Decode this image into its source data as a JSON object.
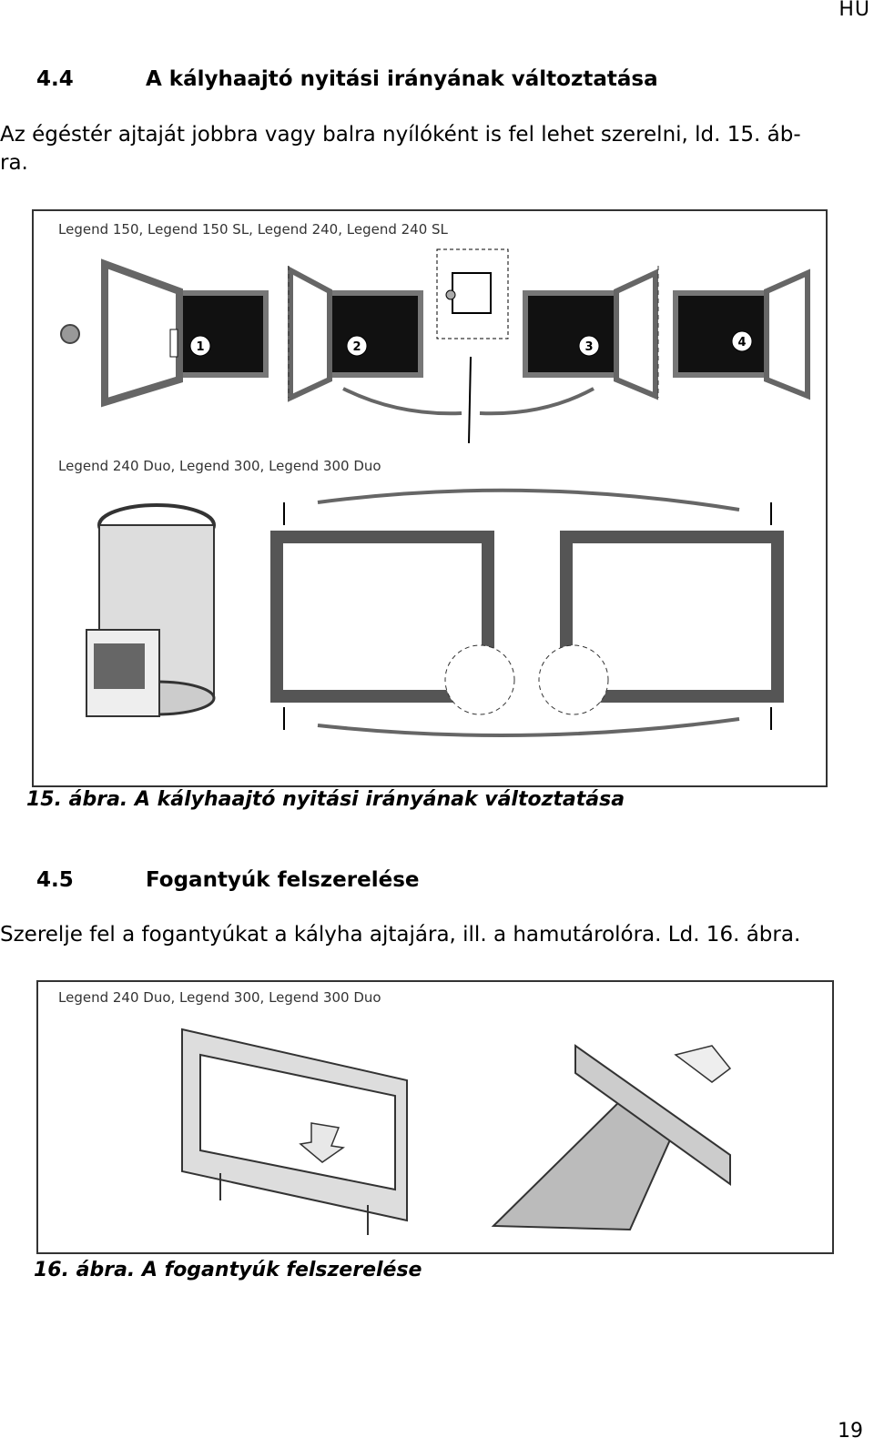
{
  "header": {
    "lang": "HU"
  },
  "section_4_4": {
    "number": "4.4",
    "title": "A kályhaajtó nyitási irányának változtatása",
    "body_line1": "Az égéstér ajtaját jobbra vagy balra nyílóként is fel lehet szerelni, ld. 15. áb-",
    "body_line2": "ra."
  },
  "figure15": {
    "label_top": "Legend 150, Legend 150 SL, Legend 240, Legend 240 SL",
    "label_bottom": "Legend 240 Duo, Legend 300, Legend 300 Duo",
    "steps": [
      "1",
      "2",
      "3",
      "4"
    ],
    "caption": "15. ábra. A kályhaajtó nyitási irányának változtatása"
  },
  "section_4_5": {
    "number": "4.5",
    "title": "Fogantyúk felszerelése",
    "body": "Szerelje fel a fogantyúkat a kályha ajtajára, ill. a hamutárolóra. Ld. 16. ábra."
  },
  "figure16": {
    "label": "Legend 240 Duo, Legend 300, Legend 300 Duo",
    "caption": "16. ábra. A fogantyúk felszerelése"
  },
  "footer": {
    "page_number": "19"
  }
}
